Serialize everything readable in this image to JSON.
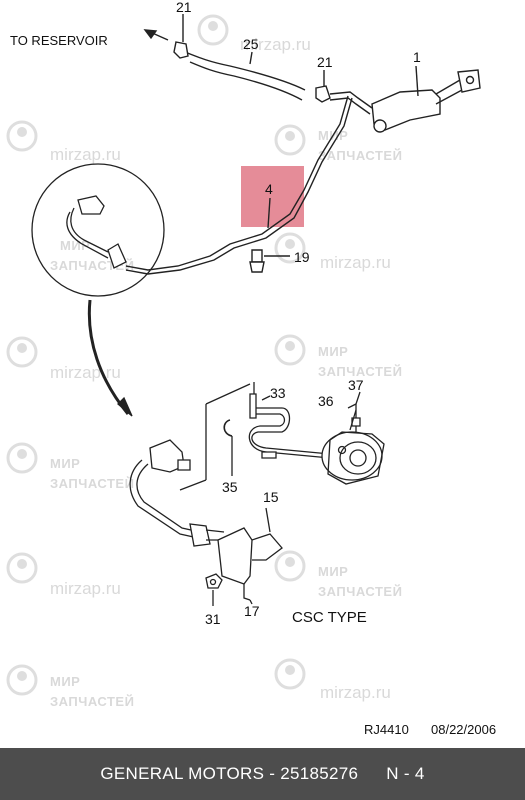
{
  "diagram": {
    "reservoir_note": "TO RESERVOIR",
    "callouts": {
      "c21a": "21",
      "c25": "25",
      "c21b": "21",
      "c1": "1",
      "c4": "4",
      "c19": "19",
      "c33": "33",
      "c37": "37",
      "c36": "36",
      "c35": "35",
      "c15": "15",
      "c31": "31",
      "c17": "17"
    },
    "csc_label": "CSC TYPE",
    "drawing_ref": "RJ4410",
    "drawing_date": "08/22/2006",
    "highlight_color": "#e58c98"
  },
  "watermark": {
    "line1": "МИР",
    "line2": "ЗАПЧАСТЕЙ",
    "domain": "mirzap.ru"
  },
  "footer": {
    "part_text": "GENERAL MOTORS - 25185276",
    "position_text": "N - 4"
  }
}
